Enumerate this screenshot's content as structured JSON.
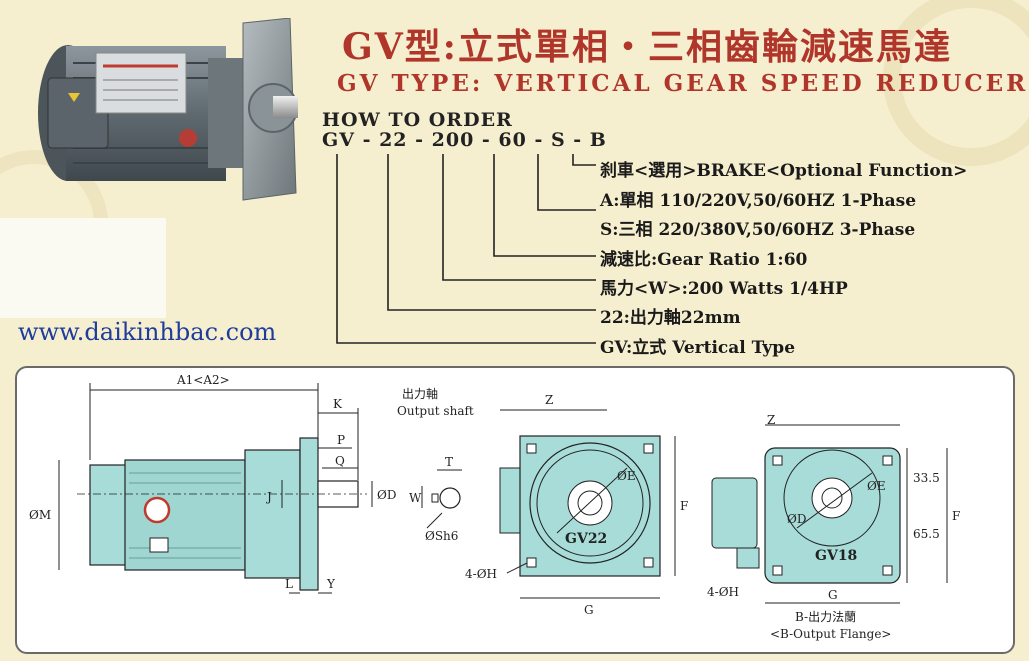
{
  "header": {
    "title_cn": "GV型:立式單相・三相齒輪減速馬達",
    "title_en": "GV TYPE: VERTICAL GEAR SPEED REDUCERS"
  },
  "order": {
    "heading": "HOW TO ORDER",
    "model_code": "GV - 22 - 200 - 60 - S - B",
    "options": [
      "刹車<選用>BRAKE<Optional Function>",
      "A:單相 110/220V,50/60HZ  1-Phase",
      "S:三相 220/380V,50/60HZ  3-Phase",
      "減速比:Gear Ratio 1:60",
      "馬力<W>:200 Watts 1/4HP",
      "22:出力軸22mm",
      "GV:立式 Vertical Type"
    ]
  },
  "website": "www.daikinhbac.com",
  "diagram": {
    "side_labels": [
      "A1<A2>",
      "K",
      "P",
      "Q",
      "ØD",
      "ØM",
      "J",
      "L",
      "Y"
    ],
    "shaft_title_cn": "出力軸",
    "shaft_title_en": "Output shaft",
    "shaft_labels": [
      "T",
      "W",
      "ØSh6"
    ],
    "front_gv22": {
      "label": "GV22",
      "z": "Z",
      "e": "ØE",
      "f": "F",
      "g": "G",
      "h": "4-ØH"
    },
    "front_gv18": {
      "label": "GV18",
      "z": "Z",
      "e": "ØE",
      "d": "ØD",
      "f": "F",
      "g": "G",
      "h": "4-ØH",
      "dim1": "33.5",
      "dim2": "65.5"
    },
    "flange_cn": "B-出力法蘭",
    "flange_en": "<B-Output Flange>"
  }
}
